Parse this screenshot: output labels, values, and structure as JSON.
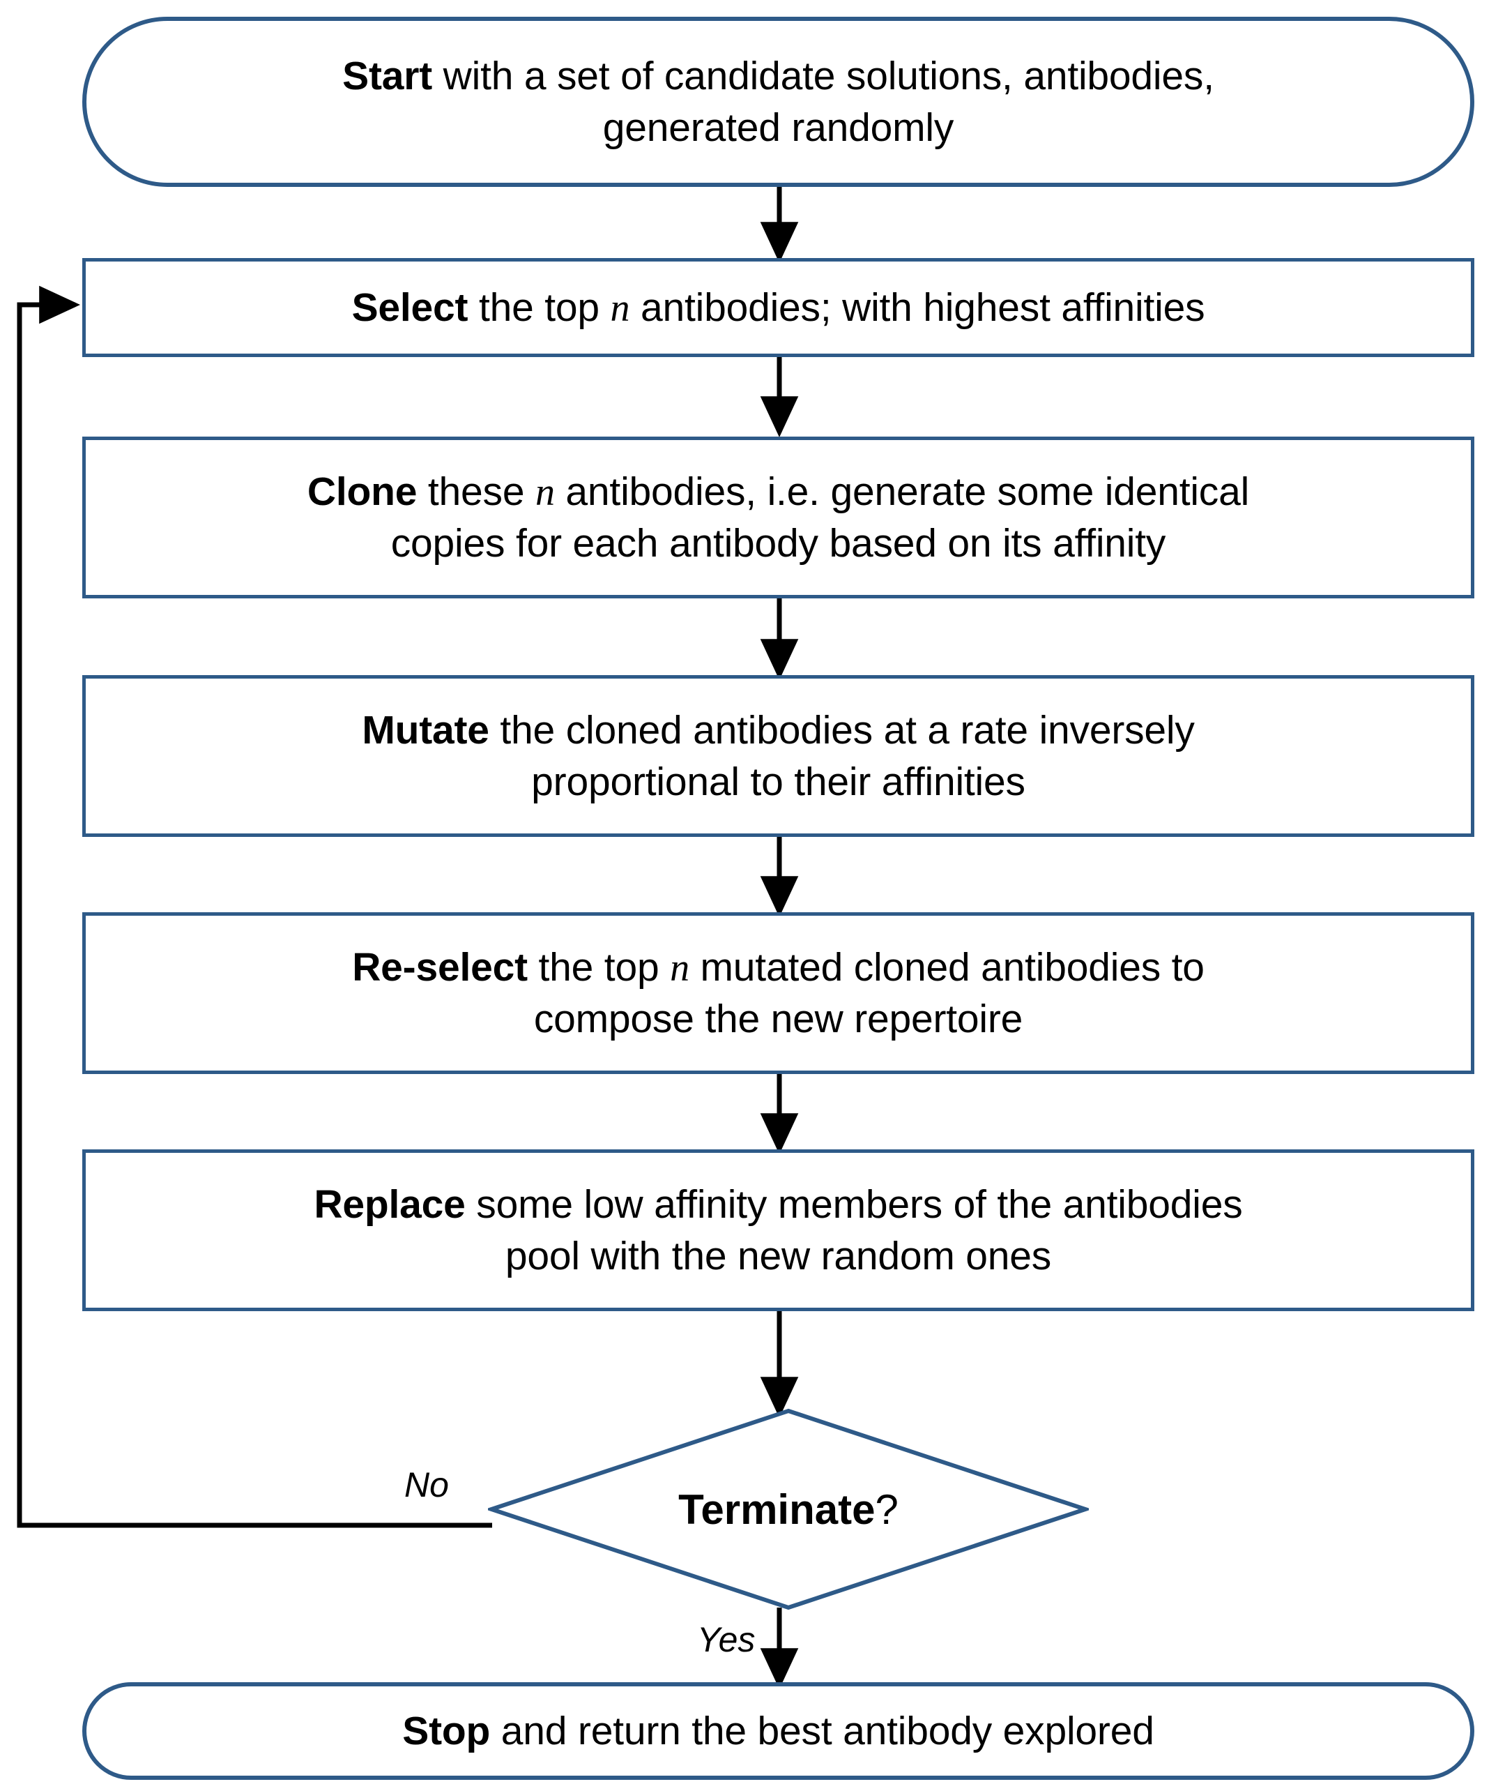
{
  "diagram": {
    "title": "Clonal Selection Algorithm Flowchart",
    "accent_color": "#2E5A88",
    "connector_color": "#000000",
    "background": "#ffffff"
  },
  "nodes": {
    "start": {
      "shape": "terminator",
      "label_html": "<b>Start</b> with a set of candidate solutions, antibodies,\ngenerated randomly",
      "label_text": "Start with a set of candidate solutions, antibodies, generated randomly",
      "bold_keyword": "Start"
    },
    "select": {
      "shape": "process",
      "label_html": "<b>Select</b> the top <i class=\"mathn\">n</i> antibodies; with highest affinities",
      "label_text": "Select the top n antibodies; with highest affinities",
      "bold_keyword": "Select"
    },
    "clone": {
      "shape": "process",
      "label_html": "<b>Clone</b> these <i class=\"mathn\">n</i> antibodies, i.e. generate some identical\ncopies for each antibody based on its affinity",
      "label_text": "Clone these n antibodies, i.e. generate some identical copies for each antibody based on its affinity",
      "bold_keyword": "Clone"
    },
    "mutate": {
      "shape": "process",
      "label_html": "<b>Mutate</b> the cloned antibodies at a rate inversely\nproportional to their affinities",
      "label_text": "Mutate the cloned antibodies at a rate inversely proportional to their affinities",
      "bold_keyword": "Mutate"
    },
    "reselect": {
      "shape": "process",
      "label_html": "<b>Re-select</b> the top <i class=\"mathn\">n</i> mutated cloned antibodies to\ncompose the new repertoire",
      "label_text": "Re-select the top n mutated cloned antibodies to compose the new repertoire",
      "bold_keyword": "Re-select"
    },
    "replace": {
      "shape": "process",
      "label_html": "<b>Replace</b> some low affinity members of the antibodies\npool with the new random ones",
      "label_text": "Replace some low affinity members of the antibodies pool with the new random ones",
      "bold_keyword": "Replace"
    },
    "terminate": {
      "shape": "decision",
      "label_html": "<b>Terminate</b>?",
      "label_text": "Terminate?",
      "bold_keyword": "Terminate"
    },
    "stop": {
      "shape": "terminator",
      "label_html": "<b>Stop</b> and return the best antibody explored",
      "label_text": "Stop and return the best antibody explored",
      "bold_keyword": "Stop"
    }
  },
  "edges": {
    "start_to_select": {
      "label": ""
    },
    "select_to_clone": {
      "label": ""
    },
    "clone_to_mutate": {
      "label": ""
    },
    "mutate_to_reselect": {
      "label": ""
    },
    "reselect_to_replace": {
      "label": ""
    },
    "replace_to_terminate": {
      "label": ""
    },
    "terminate_no": {
      "label": "No",
      "target": "select"
    },
    "terminate_yes": {
      "label": "Yes",
      "target": "stop"
    }
  }
}
